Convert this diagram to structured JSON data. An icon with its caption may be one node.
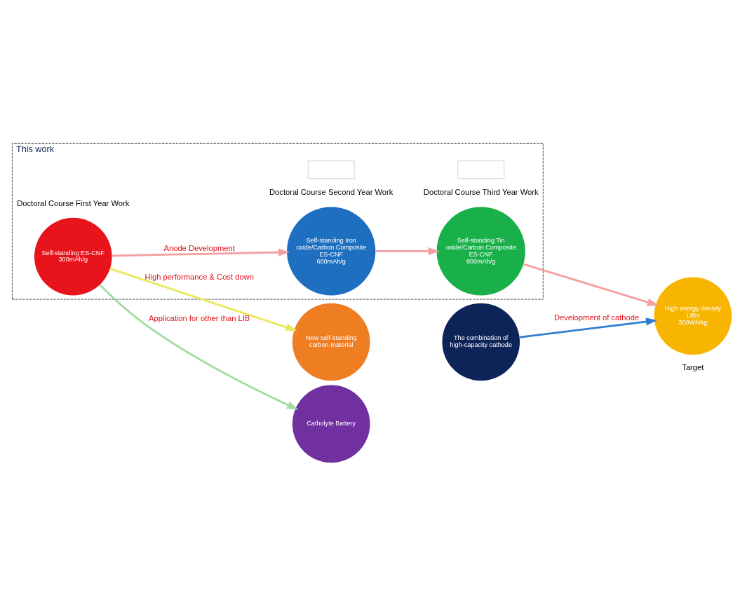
{
  "diagram": {
    "nodes": [
      {
        "text": [
          "This work"
        ]
      },
      {
        "text": [
          "Self-standing ES-CNF",
          "300mAh/g"
        ],
        "in": 0,
        "beside": [
          "Doctoral Course First Year Work"
        ]
      },
      {
        "text": [
          "Self-standing Iron oxide/Carbon Composite ES-CNF",
          "600mAh/g"
        ],
        "in": 0,
        "beside": [
          "Doctoral Course Second Year Work"
        ]
      },
      {
        "text": [
          "Self-standing Tin oxide/Carbon Composite ES-CNF",
          "800mAh/g"
        ],
        "in": 0,
        "beside": [
          "Doctoral Course Third Year Work"
        ]
      },
      {
        "text": [
          "The combination of high-capacity cathode"
        ]
      },
      {
        "text": [
          "High energy density LIBs",
          "300Wh/kg"
        ],
        "beside": [
          "Target"
        ]
      },
      {
        "text": [
          "New self-standing carbon material"
        ]
      },
      {
        "text": [
          "Catholyte Battery"
        ]
      },
      {
        "text": [],
        "shape": "box",
        "in": 0
      },
      {
        "text": [],
        "shape": "box",
        "in": 0
      }
    ],
    "edges": [
      {
        "from": 1,
        "to": 2,
        "arrow": "to",
        "label": "Anode Development",
        "color": "#f4a0a0"
      },
      {
        "from": 2,
        "to": 3,
        "arrow": "to",
        "color": "#f4a0a0"
      },
      {
        "from": 3,
        "to": 5,
        "arrow": "to",
        "color": "#f4a0a0"
      },
      {
        "from": 4,
        "to": 5,
        "arrow": "to",
        "label": "Development of cathode",
        "color": "#2e7fd0"
      },
      {
        "from": 1,
        "to": 6,
        "arrow": "to",
        "label": "High performance & Cost down",
        "color": "#e8e860"
      },
      {
        "from": 1,
        "to": 7,
        "arrow": "to",
        "label": "Application for other than LIB",
        "color": "#a0dca0"
      }
    ]
  }
}
